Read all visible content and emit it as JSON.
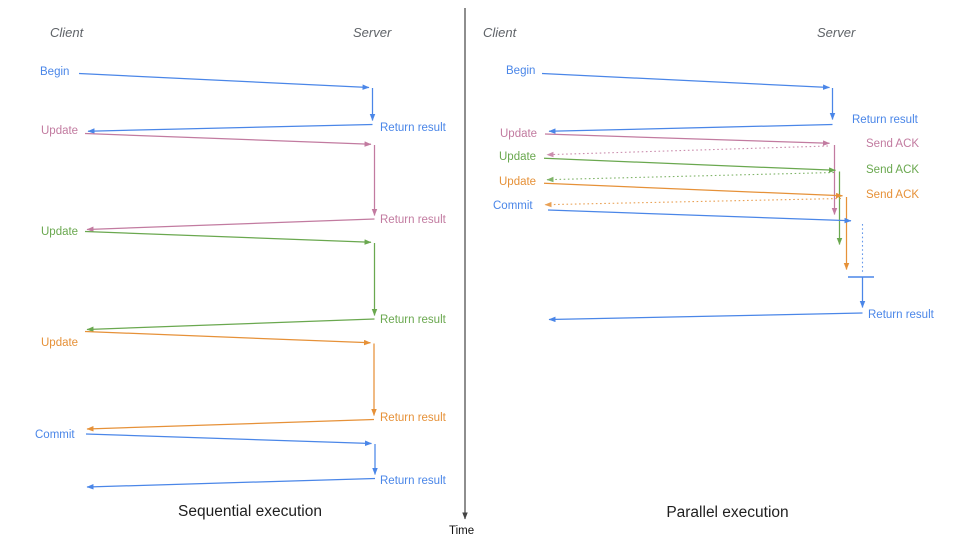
{
  "colors": {
    "blue": "#4a86e8",
    "pink": "#c27ba0",
    "green": "#6aa84f",
    "orange": "#e69138",
    "axis_gray": "#434343"
  },
  "left_panel": {
    "client_header": "Client",
    "server_header": "Server",
    "title": "Sequential execution",
    "labels": {
      "begin": "Begin",
      "update1": "Update",
      "update2": "Update",
      "update3": "Update",
      "commit": "Commit",
      "return1": "Return result",
      "return2": "Return result",
      "return3": "Return result",
      "return4": "Return result",
      "return5": "Return result"
    }
  },
  "right_panel": {
    "client_header": "Client",
    "server_header": "Server",
    "title": "Parallel execution",
    "labels": {
      "begin": "Begin",
      "update1": "Update",
      "update2": "Update",
      "update3": "Update",
      "commit": "Commit",
      "return_begin": "Return result",
      "ack1": "Send ACK",
      "ack2": "Send ACK",
      "ack3": "Send ACK",
      "return_final": "Return result"
    }
  },
  "time_axis": {
    "label": "Time"
  }
}
